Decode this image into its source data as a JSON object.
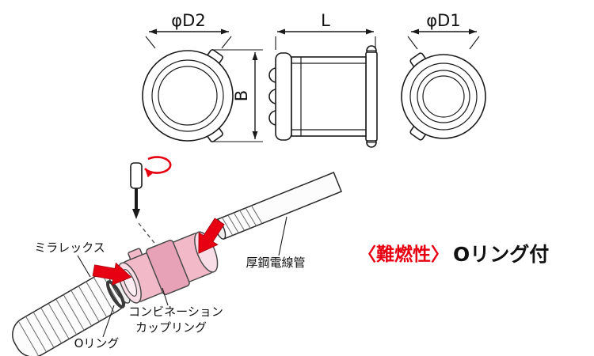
{
  "dimensions": {
    "d2": "φD2",
    "b": "B",
    "l": "L",
    "d1": "φD1"
  },
  "callouts": {
    "mirrorlex": "ミラレックス",
    "steel_conduit": "厚鋼電線管",
    "coupling_line1": "コンビネーション",
    "coupling_line2": "カップリング",
    "o_ring": "Oリング"
  },
  "captions": {
    "flame_resistant": "〈難燃性〉",
    "with_o_ring": "Oリング付"
  },
  "colors": {
    "line": "#1a1a1a",
    "accent_red": "#e60012",
    "coupling_pink": "#f2bac9",
    "coupling_pink_dark": "#e8a2b8",
    "background": "#ffffff"
  }
}
